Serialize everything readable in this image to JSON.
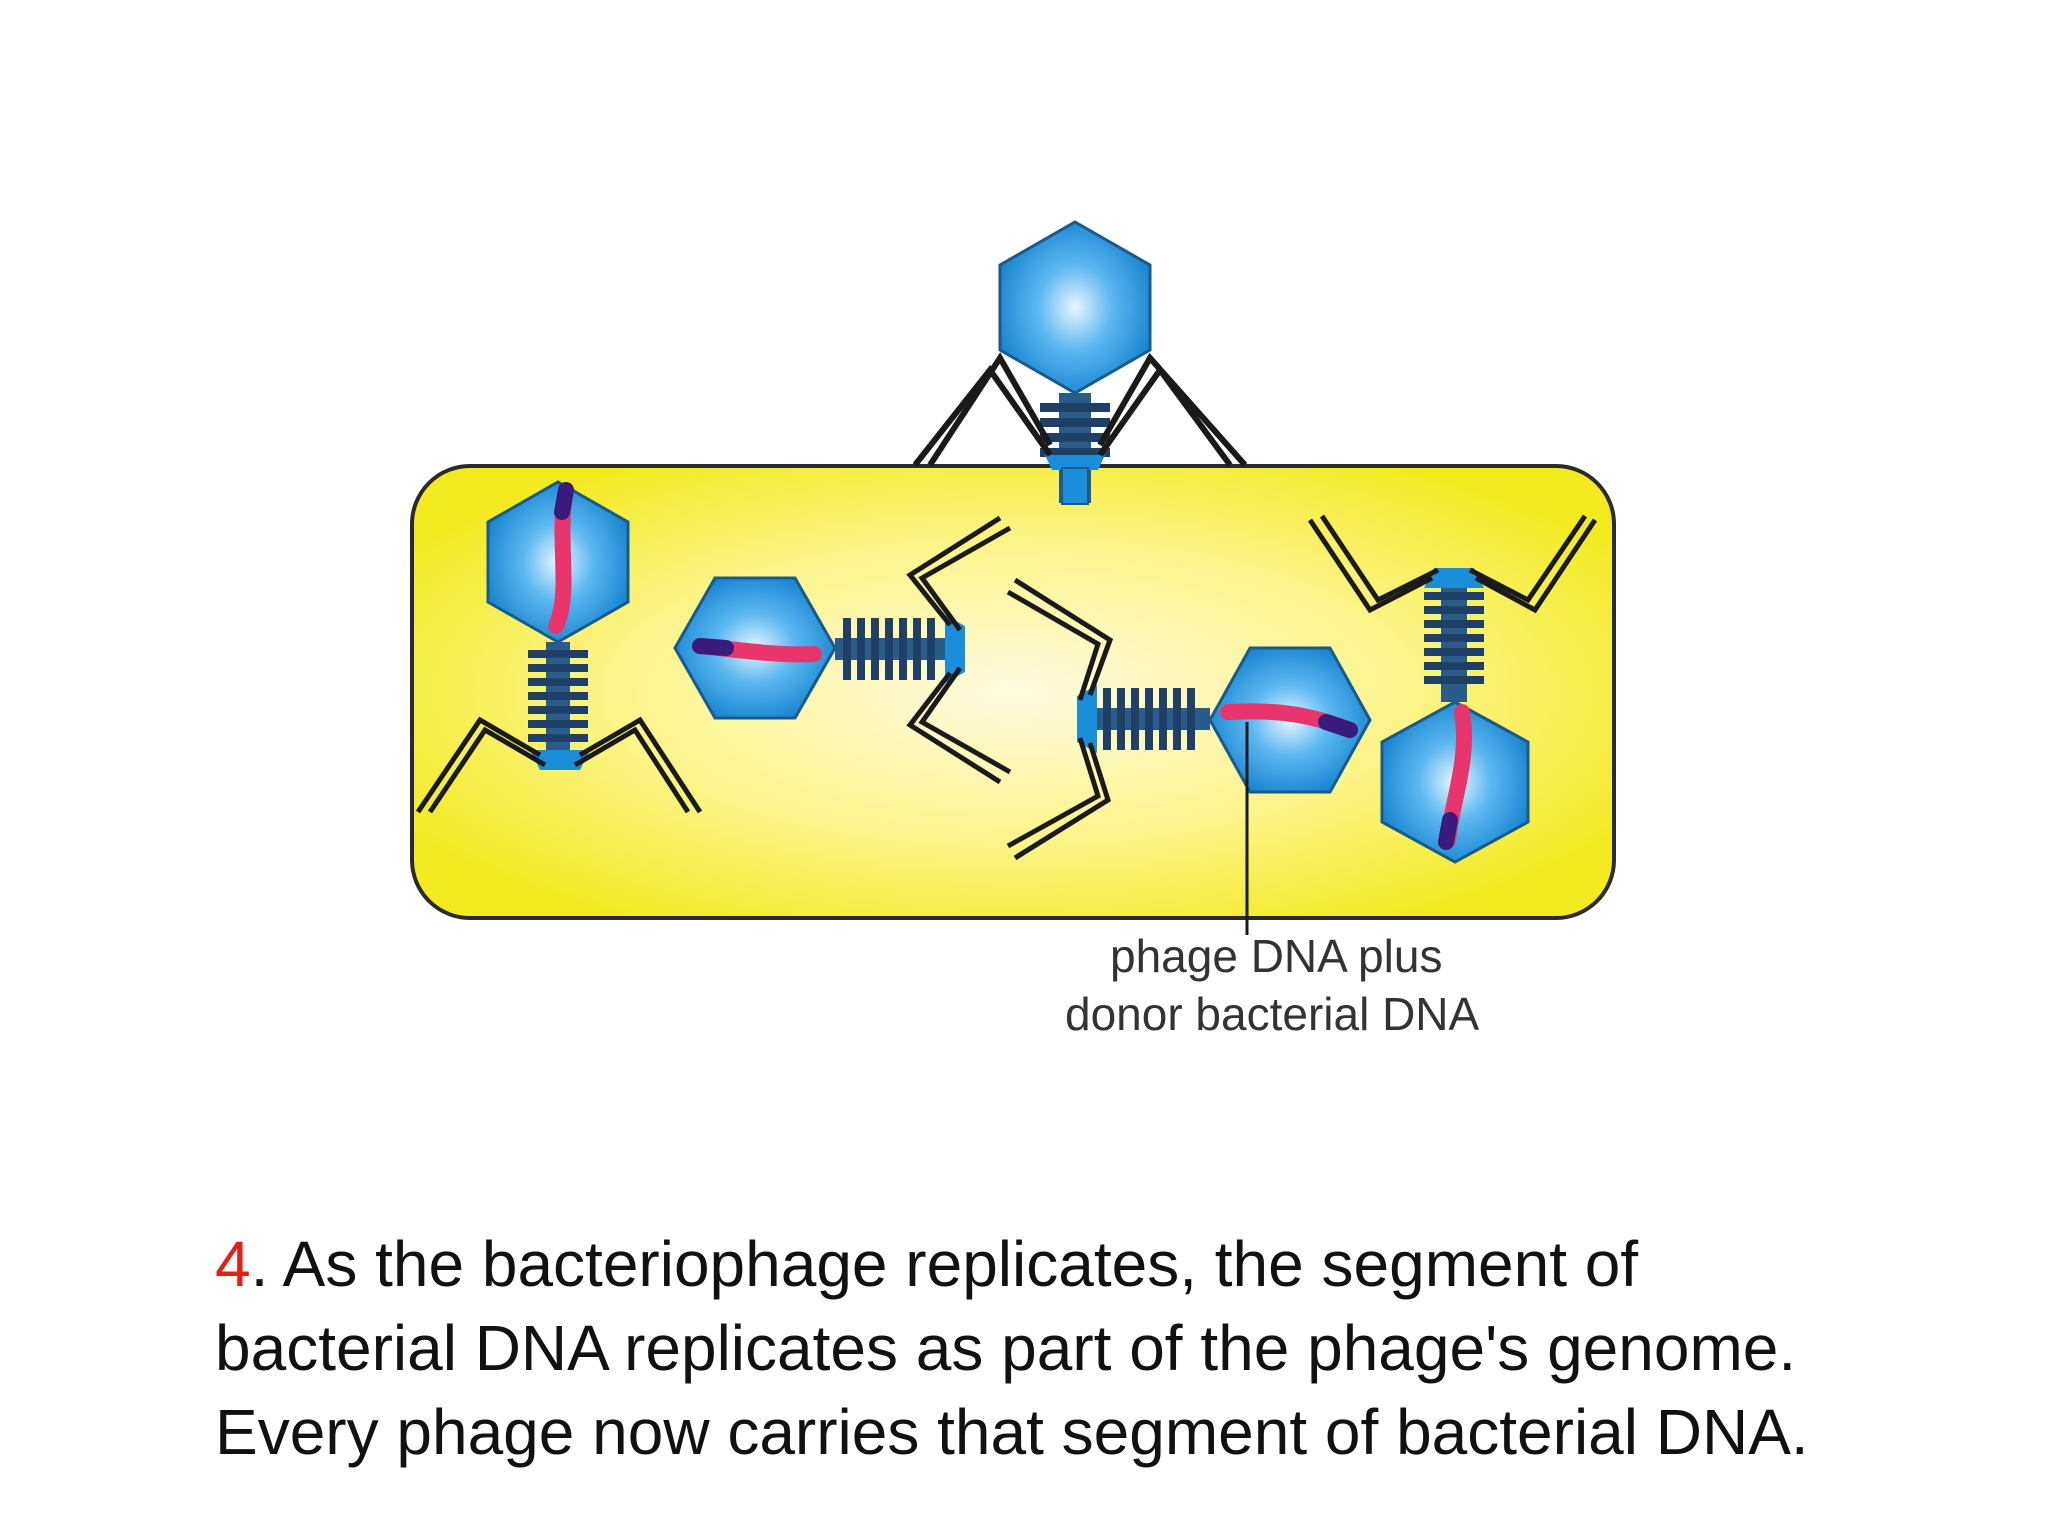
{
  "diagram": {
    "label_line1": "phage DNA plus",
    "label_line2": "donor bacterial DNA",
    "colors": {
      "cell_fill": "#f6ef2a",
      "cell_stroke": "#333333",
      "capsid": "#1a8ed8",
      "capsid_light": "#9fd6fa",
      "tail": "#2a5c8a",
      "dna": "#e8356e",
      "dna_dark": "#3a1a7a",
      "fiber": "#1a1a1a"
    }
  },
  "caption": {
    "number": "4",
    "text": ". As the bacteriophage replicates, the segment of bacterial DNA replicates as part of the phage's genome. Every phage now carries that segment of bacterial DNA."
  }
}
